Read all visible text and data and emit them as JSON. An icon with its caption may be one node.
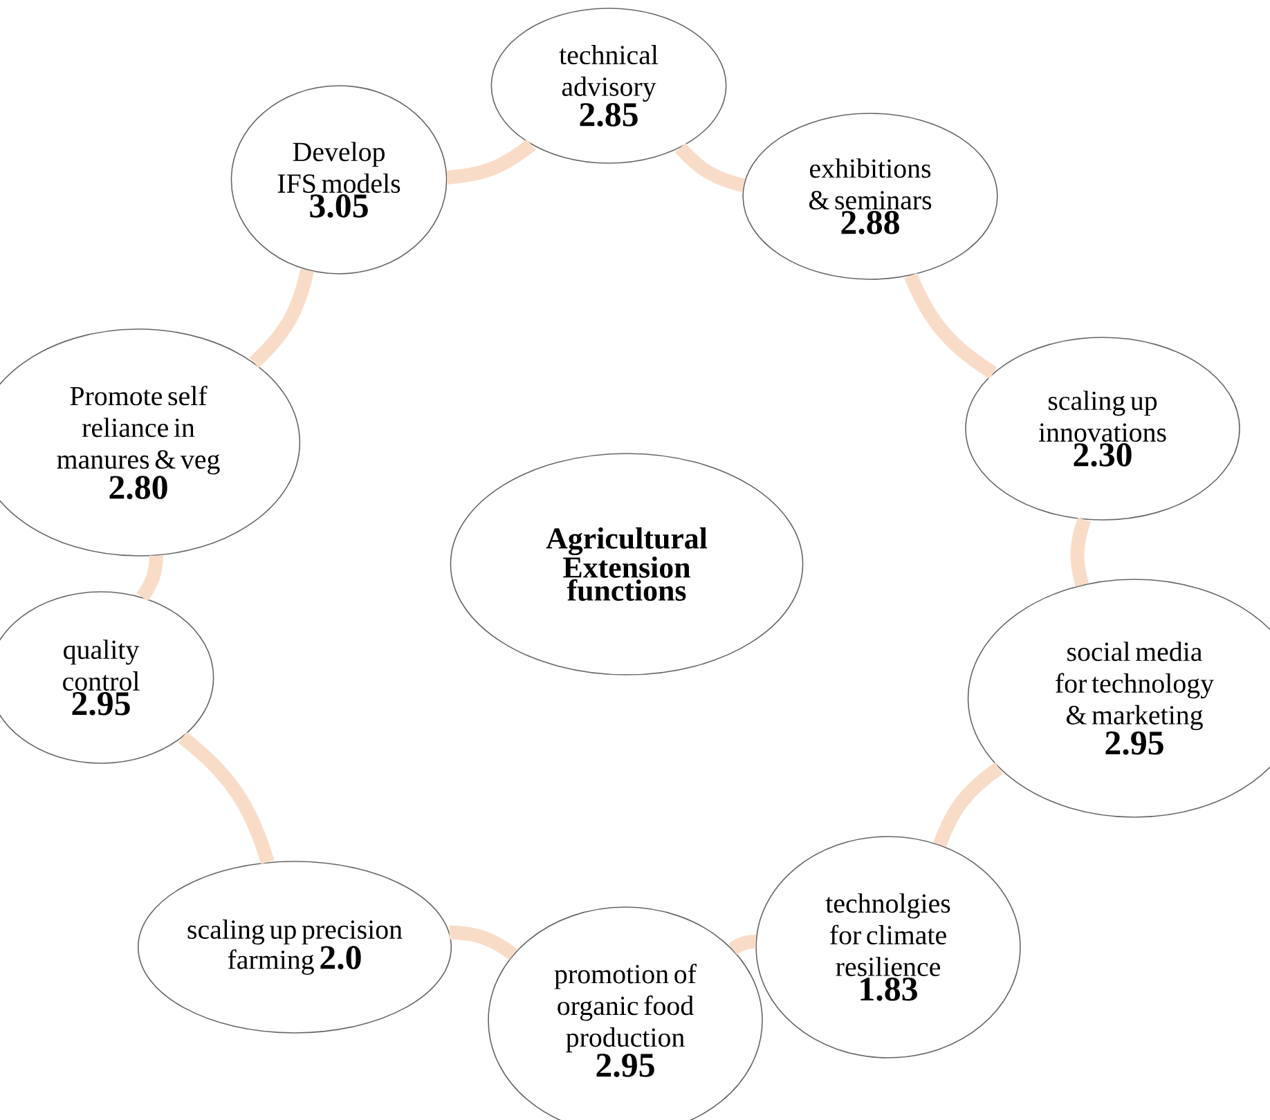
{
  "diagram": {
    "nodes": [
      {
        "text": [
          "technical advisory",
          "2.85"
        ]
      },
      {
        "text": [
          "exhibitions & seminars",
          "2.88"
        ]
      },
      {
        "text": [
          "scaling up innovations",
          "2.30"
        ]
      },
      {
        "text": [
          "social media for technology & marketing",
          "2.95"
        ]
      },
      {
        "text": [
          "technolgies for climate resilience",
          "1.83"
        ]
      },
      {
        "text": [
          "promotion of organic food production",
          "2.95"
        ]
      },
      {
        "text": [
          "scaling up precision farming",
          "2.0"
        ]
      },
      {
        "text": [
          "quality control",
          "2.95"
        ]
      },
      {
        "text": [
          "Promote self reliance in manures & veg",
          "2.80"
        ]
      },
      {
        "text": [
          "Develop IFS models",
          "3.05"
        ]
      },
      {
        "text": [
          "Agricultural Extension functions"
        ]
      }
    ],
    "edges": [
      {
        "from": 0,
        "to": 1,
        "arrow": "none"
      },
      {
        "from": 1,
        "to": 2,
        "arrow": "none"
      },
      {
        "from": 2,
        "to": 3,
        "arrow": "none"
      },
      {
        "from": 3,
        "to": 4,
        "arrow": "none"
      },
      {
        "from": 4,
        "to": 5,
        "arrow": "none"
      },
      {
        "from": 5,
        "to": 6,
        "arrow": "none"
      },
      {
        "from": 6,
        "to": 7,
        "arrow": "none"
      },
      {
        "from": 7,
        "to": 8,
        "arrow": "none"
      },
      {
        "from": 8,
        "to": 9,
        "arrow": "none"
      },
      {
        "from": 9,
        "to": 0,
        "arrow": "none"
      }
    ]
  }
}
